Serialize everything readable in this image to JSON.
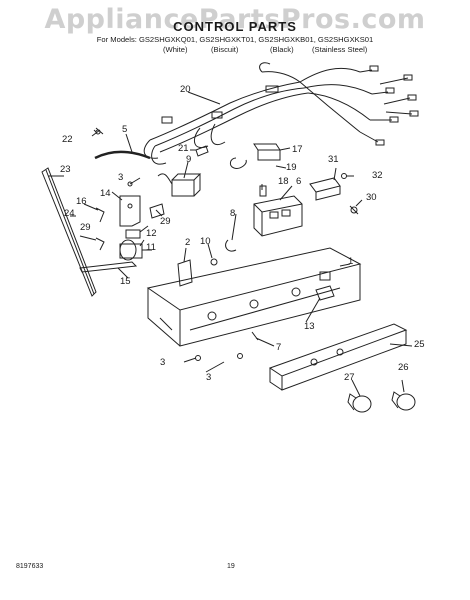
{
  "watermark": "AppliancePartsPros.com",
  "title": "CONTROL PARTS",
  "models_line": "For Models: GS2SHGXKQ01, GS2SHGXKT01, GS2SHGXKB01, GS2SHGXKS01",
  "variants": [
    "(White)",
    "(Biscuit)",
    "(Black)",
    "(Stainless Steel)"
  ],
  "part_labels": [
    "1",
    "2",
    "3",
    "3",
    "3",
    "5",
    "6",
    "7",
    "8",
    "9",
    "10",
    "11",
    "12",
    "13",
    "14",
    "15",
    "16",
    "17",
    "18",
    "19",
    "20",
    "21",
    "22",
    "23",
    "24",
    "25",
    "26",
    "27",
    "29",
    "29",
    "30",
    "31",
    "32"
  ],
  "footer": {
    "code": "8197633",
    "page": "19"
  }
}
